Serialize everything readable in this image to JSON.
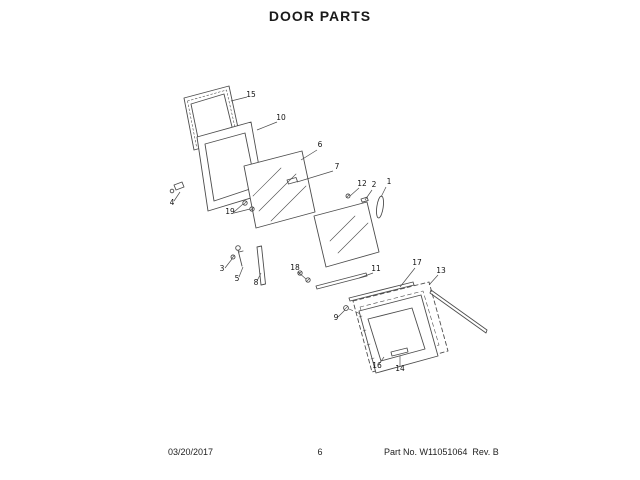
{
  "title": "DOOR PARTS",
  "footer": {
    "date": "03/20/2017",
    "page": "6",
    "part_no": "Part No. W11051064  Rev. B"
  },
  "callouts": [
    "1",
    "2",
    "3",
    "4",
    "5",
    "6",
    "7",
    "8",
    "9",
    "10",
    "11",
    "12",
    "13",
    "14",
    "15",
    "16",
    "17",
    "18",
    "19"
  ]
}
